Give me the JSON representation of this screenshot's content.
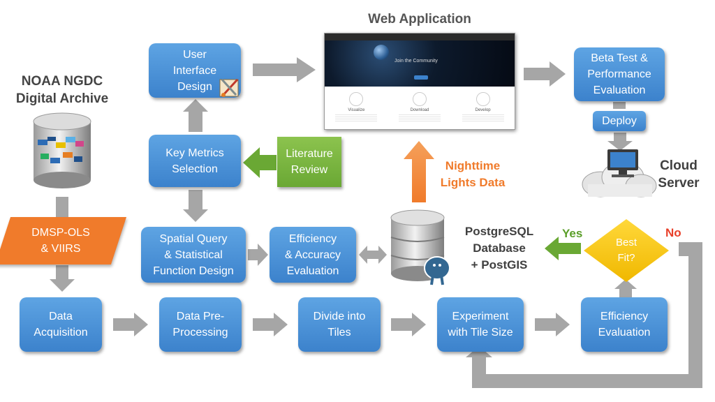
{
  "labels": {
    "web_application": "Web Application",
    "noaa": "NOAA NGDC\nDigital Archive",
    "nighttime": "Nighttime\nLights Data",
    "postgres": "PostgreSQL\nDatabase\n+ PostGIS",
    "cloud_server": "Cloud\nServer",
    "yes": "Yes",
    "no": "No"
  },
  "boxes": {
    "ui_design": "User\nInterface\nDesign",
    "key_metrics": "Key Metrics\nSelection",
    "literature": "Literature\nReview",
    "spatial_query": "Spatial Query\n& Statistical\nFunction Design",
    "efficiency_accuracy": "Efficiency\n& Accuracy\nEvaluation",
    "beta_test": "Beta Test &\nPerformance\nEvaluation",
    "deploy": "Deploy",
    "data_acquisition": "Data\nAcquisition",
    "preprocessing": "Data Pre-\nProcessing",
    "divide_tiles": "Divide into\nTiles",
    "experiment_tile": "Experiment\nwith Tile Size",
    "efficiency_eval": "Efficiency\nEvaluation",
    "best_fit": "Best\nFit?",
    "dmsp": "DMSP-OLS\n& VIIRS"
  },
  "screenshot": {
    "hero_text": "Join the Community",
    "columns": [
      "Visualize",
      "Download",
      "Develop"
    ]
  },
  "colors": {
    "box_blue": "#4a90d9",
    "literature_green": "#7ab640",
    "orange": "#f07b2b",
    "gold": "#f4c400",
    "arrow_gray": "#a6a6a6",
    "yes_green": "#5a9e28",
    "no_red": "#e8402a"
  },
  "icons": [
    "database-icon",
    "postgresql-elephant-icon",
    "computer-icon",
    "cloud-icon",
    "design-tools-icon"
  ]
}
